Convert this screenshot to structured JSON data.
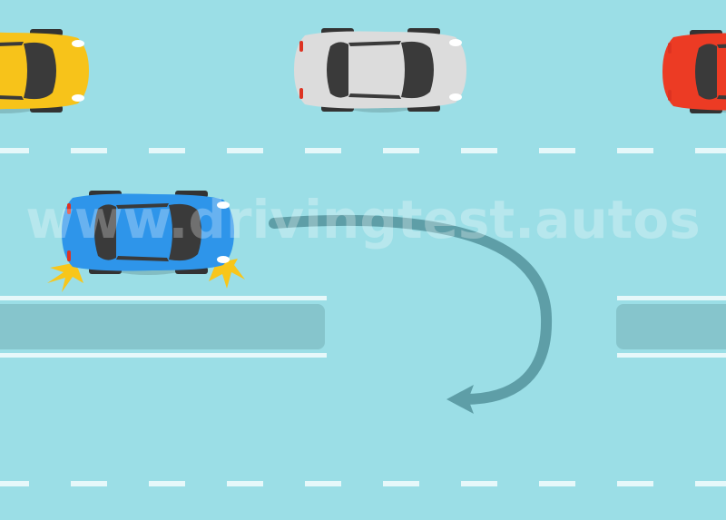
{
  "watermark": "www.drivingtest.autos",
  "colors": {
    "road": "#9bdee6",
    "lane_marking": "#e6f8fa",
    "median": "#86c5cc",
    "arrow": "#5e9ea7",
    "car_yellow": "#f7c31a",
    "car_gray": "#dcdcdc",
    "car_red": "#ec3b24",
    "car_blue": "#2e95ea"
  },
  "cars": [
    {
      "name": "yellow-car",
      "color": "yellow"
    },
    {
      "name": "gray-car",
      "color": "gray"
    },
    {
      "name": "red-car",
      "color": "red"
    },
    {
      "name": "blue-car",
      "color": "blue",
      "state": "braking"
    }
  ],
  "maneuver": "u-turn"
}
